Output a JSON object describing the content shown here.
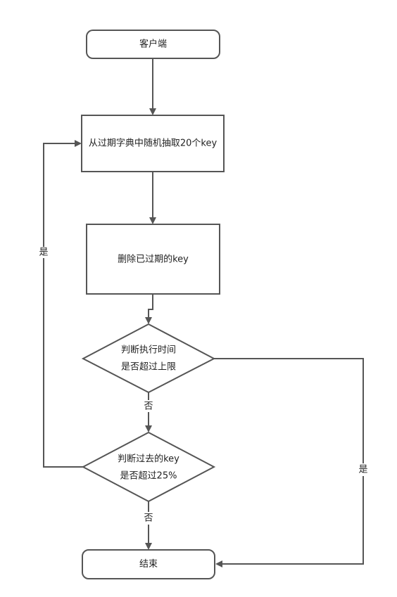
{
  "nodes": {
    "client": "客户端",
    "sample": "从过期字典中随机抽取20个key",
    "delete": "删除已过期的key",
    "check_time_line1": "判断执行时间",
    "check_time_line2": "是否超过上限",
    "check_ratio_line1": "判断过去的key",
    "check_ratio_line2": "是否超过25%",
    "end": "结束"
  },
  "edges": {
    "time_no": "否",
    "ratio_no": "否",
    "ratio_yes": "是",
    "time_yes": "是"
  }
}
